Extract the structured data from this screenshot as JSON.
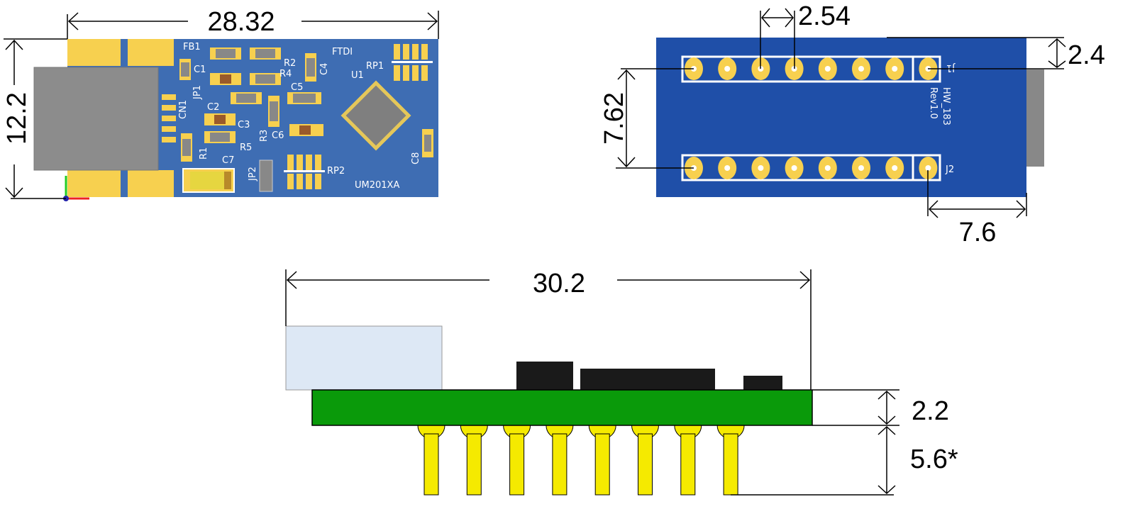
{
  "colors": {
    "pcb_blue_top": "#3e6db3",
    "pcb_blue_bottom": "#1f4fa8",
    "pad_gold": "#f7d04f",
    "usb_gray": "#8c8c8c",
    "pcb_green": "#0a9a0a",
    "pin_yellow": "#f5ea00",
    "component_black": "#1a1a1a",
    "usb_side": "#dde8f5"
  },
  "top_view": {
    "width_dim": "28.32",
    "height_dim": "12.2",
    "labels": {
      "fb1": "FB1",
      "c1": "C1",
      "r2": "R2",
      "r4": "R4",
      "c4": "C4",
      "ftdi": "FTDI",
      "rp1": "RP1",
      "u1": "U1",
      "jp1": "JP1",
      "cn1": "CN1",
      "c2": "C2",
      "c5": "C5",
      "c3": "C3",
      "r3": "R3",
      "c6": "C6",
      "r1": "R1",
      "r5": "R5",
      "c7": "C7",
      "jp2": "JP2",
      "rp2": "RP2",
      "c8": "C8",
      "model": "UM201XA"
    }
  },
  "bottom_view": {
    "pitch_dim": "2.54",
    "edge_dim": "2.4",
    "row_spacing_dim": "7.62",
    "offset_dim": "7.6",
    "j1": "J1",
    "j2": "J2",
    "board_name": "HW_183",
    "revision": "Rev1.0",
    "pins_per_row": 8
  },
  "side_view": {
    "length_dim": "30.2",
    "pcb_thickness_dim": "2.2",
    "pin_length_dim": "5.6*",
    "pin_count": 8
  }
}
